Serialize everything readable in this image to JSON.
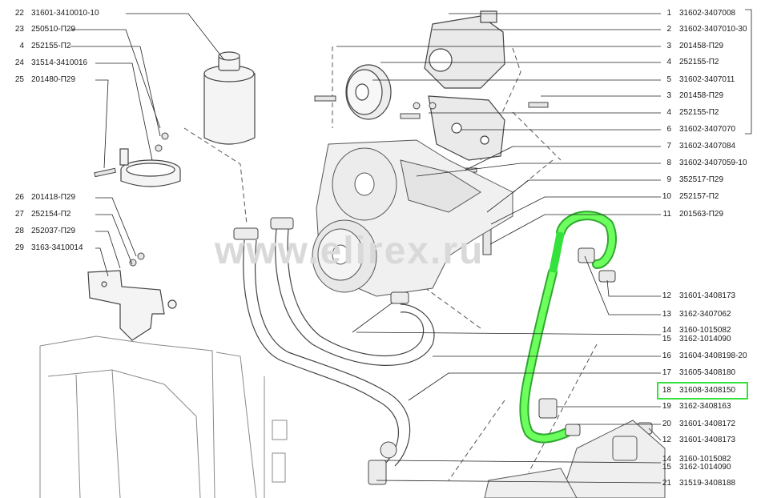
{
  "watermark": "www.elirex.ru",
  "highlight_color": "#35e23d",
  "left_parts": [
    {
      "n": "22",
      "code": "31601-3410010-10"
    },
    {
      "n": "23",
      "code": "250510-П29"
    },
    {
      "n": "4",
      "code": "252155-П2"
    },
    {
      "n": "24",
      "code": "31514-3410016"
    },
    {
      "n": "25",
      "code": "201480-П29"
    },
    {
      "n": "26",
      "code": "201418-П29"
    },
    {
      "n": "27",
      "code": "252154-П2"
    },
    {
      "n": "28",
      "code": "252037-П29"
    },
    {
      "n": "29",
      "code": "3163-3410014"
    }
  ],
  "right_parts": [
    {
      "n": "1",
      "code": "31602-3407008"
    },
    {
      "n": "2",
      "code": "31602-3407010-30"
    },
    {
      "n": "3",
      "code": "201458-П29"
    },
    {
      "n": "4",
      "code": "252155-П2"
    },
    {
      "n": "5",
      "code": "31602-3407011"
    },
    {
      "n": "3",
      "code": "201458-П29"
    },
    {
      "n": "4",
      "code": "252155-П2"
    },
    {
      "n": "6",
      "code": "31602-3407070"
    },
    {
      "n": "7",
      "code": "31602-3407084"
    },
    {
      "n": "8",
      "code": "31602-3407059-10"
    },
    {
      "n": "9",
      "code": "352517-П29"
    },
    {
      "n": "10",
      "code": "252157-П2"
    },
    {
      "n": "11",
      "code": "201563-П29"
    },
    {
      "n": "12",
      "code": "31601-3408173"
    },
    {
      "n": "13",
      "code": "3162-3407062"
    },
    {
      "n": "14",
      "code": "3160-1015082"
    },
    {
      "n": "15",
      "code": "3162-1014090"
    },
    {
      "n": "16",
      "code": "31604-3408198-20"
    },
    {
      "n": "17",
      "code": "31605-3408180"
    },
    {
      "n": "18",
      "code": "31608-3408150"
    },
    {
      "n": "19",
      "code": "3162-3408163"
    },
    {
      "n": "20",
      "code": "31601-3408172"
    },
    {
      "n": "12",
      "code": "31601-3408173"
    },
    {
      "n": "14",
      "code": "3160-1015082"
    },
    {
      "n": "15",
      "code": "3162-1014090"
    },
    {
      "n": "21",
      "code": "31519-3408188"
    }
  ],
  "highlighted_part": "18"
}
